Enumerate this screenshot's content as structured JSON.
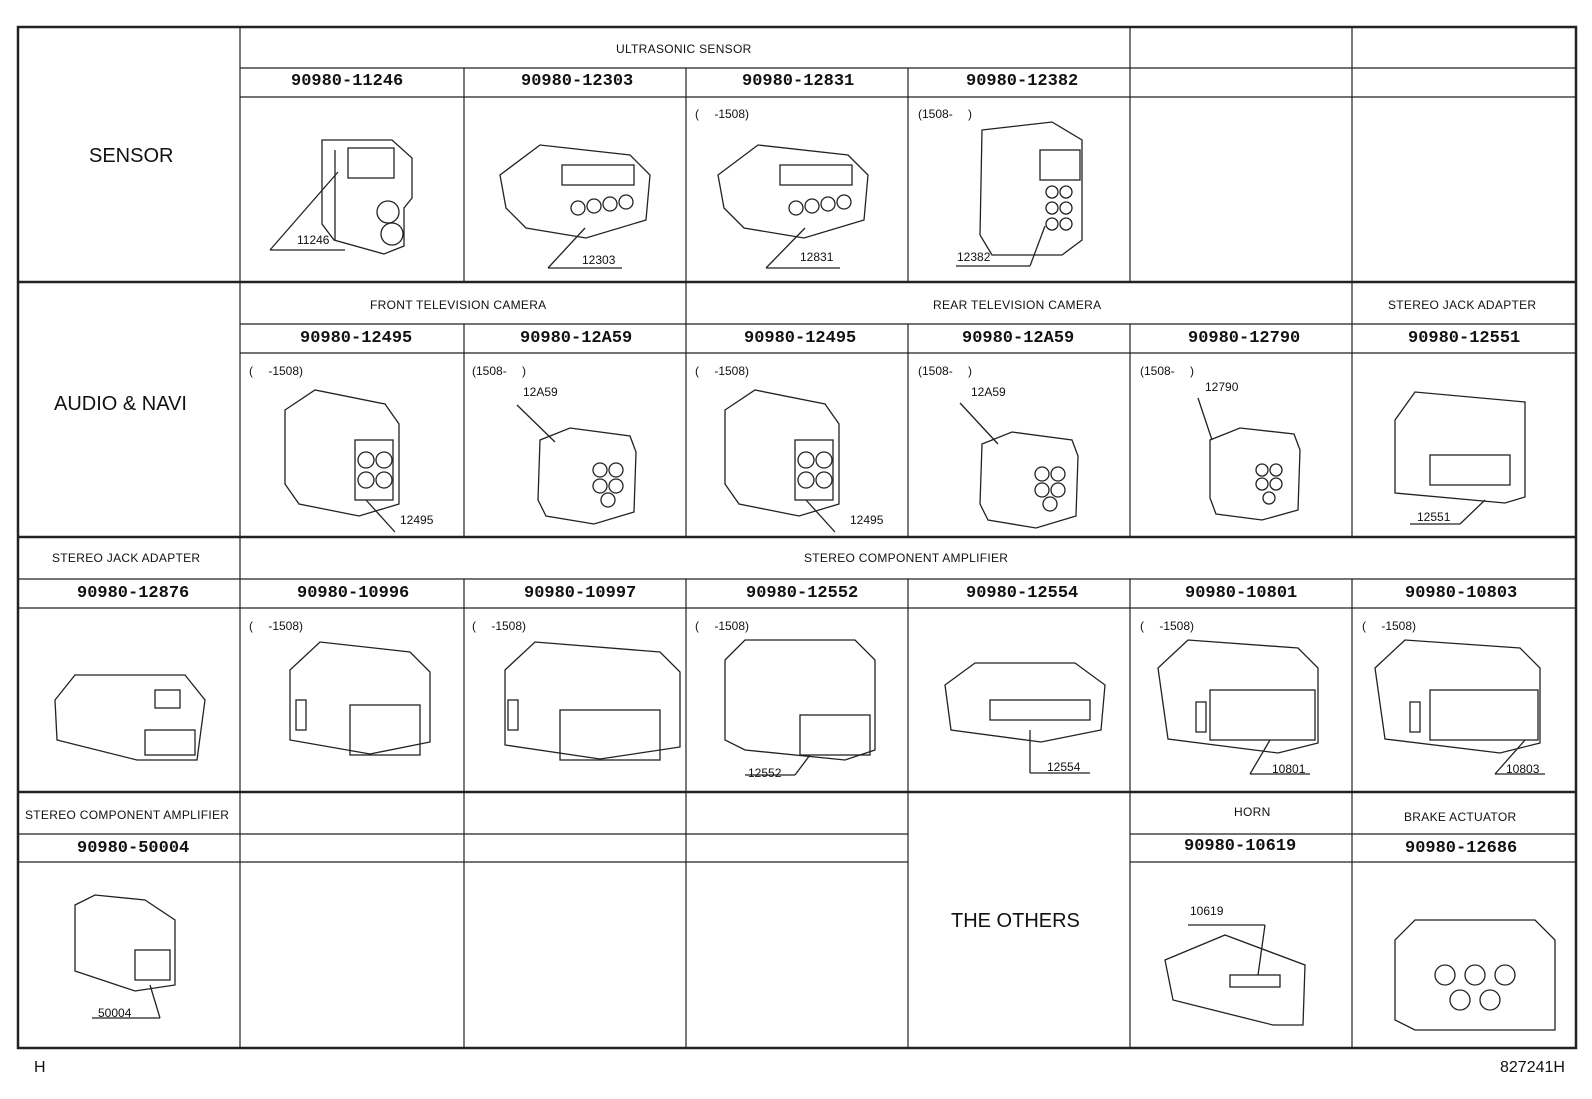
{
  "categories": {
    "sensor": "SENSOR",
    "audio_navi": "AUDIO & NAVI",
    "the_others": "THE OTHERS"
  },
  "headers": {
    "ultrasonic_sensor": "ULTRASONIC SENSOR",
    "front_tv_camera": "FRONT TELEVISION CAMERA",
    "rear_tv_camera": "REAR TELEVISION CAMERA",
    "stereo_jack_adapter_a": "STEREO JACK ADAPTER",
    "stereo_jack_adapter_b": "STEREO JACK ADAPTER",
    "stereo_component_amplifier_a": "STEREO COMPONENT AMPLIFIER",
    "stereo_component_amplifier_b": "STEREO COMPONENT AMPLIFIER",
    "horn": "HORN",
    "brake_actuator": "BRAKE ACTUATOR"
  },
  "connectors": [
    {
      "part": "90980-11246",
      "callout": "11246",
      "note": ""
    },
    {
      "part": "90980-12303",
      "callout": "12303",
      "note": ""
    },
    {
      "part": "90980-12831",
      "callout": "12831",
      "note": "(　 -1508)"
    },
    {
      "part": "90980-12382",
      "callout": "12382",
      "note": "(1508-　 )"
    },
    {
      "part": "90980-12495",
      "callout": "12495",
      "note": "(　 -1508)"
    },
    {
      "part": "90980-12A59",
      "callout": "12A59",
      "note": "(1508-　 )"
    },
    {
      "part": "90980-12495",
      "callout": "12495",
      "note": "(　 -1508)"
    },
    {
      "part": "90980-12A59",
      "callout": "12A59",
      "note": "(1508-　 )"
    },
    {
      "part": "90980-12790",
      "callout": "12790",
      "note": "(1508-　 )"
    },
    {
      "part": "90980-12551",
      "callout": "12551",
      "note": ""
    },
    {
      "part": "90980-12876",
      "callout": "",
      "note": ""
    },
    {
      "part": "90980-10996",
      "callout": "",
      "note": "(　 -1508)"
    },
    {
      "part": "90980-10997",
      "callout": "",
      "note": "(　 -1508)"
    },
    {
      "part": "90980-12552",
      "callout": "12552",
      "note": "(　 -1508)"
    },
    {
      "part": "90980-12554",
      "callout": "12554",
      "note": ""
    },
    {
      "part": "90980-10801",
      "callout": "10801",
      "note": "(　 -1508)"
    },
    {
      "part": "90980-10803",
      "callout": "10803",
      "note": "(　 -1508)"
    },
    {
      "part": "90980-50004",
      "callout": "50004",
      "note": ""
    },
    {
      "part": "90980-10619",
      "callout": "10619",
      "note": ""
    },
    {
      "part": "90980-12686",
      "callout": "",
      "note": ""
    }
  ],
  "footer": {
    "left": "H",
    "right": "827241H"
  }
}
